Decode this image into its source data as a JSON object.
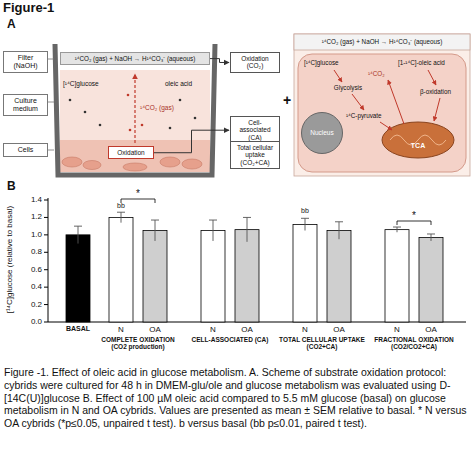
{
  "diagram": {
    "title": "Figure-1",
    "caption": "Figure -1. Effect of oleic acid in glucose metabolism. A. Scheme of substrate oxidation protocol: cybrids were cultured for 48 h in DMEM-glu/ole and glucose metabolism was evaluated using D-[14C(U)]glucose B. Effect of 100 µM oleic acid compared to 5.5 mM glucose (basal) on glucose metabolism in N and OA cybrids. Values are presented as mean ± SEM relative to basal. * N versus OA cybrids (*p≤0.05, unpaired t test). b versus basal (bb p≤0.01, paired t test).",
    "nodes": [
      {
        "text": [
          "¹⁴CO₂ (gas) + NaOH → H¹⁴CO₃⁻ (aqueous)"
        ]
      },
      {
        "text": [
          "Filter (NaOH)"
        ]
      },
      {
        "text": [
          "Culture medium"
        ]
      },
      {
        "text": [
          "Cells"
        ]
      },
      {
        "text": [
          "Oxidation"
        ]
      },
      {
        "text": [
          "Oxidation (CO₂)"
        ]
      },
      {
        "text": [
          "Cell-associated (CA)"
        ]
      },
      {
        "text": [
          "Total cellular uptake (CO₂+CA)"
        ]
      },
      {
        "text": [
          "Nucleus"
        ]
      }
    ],
    "edges": [
      {
        "from": 0,
        "to": 5,
        "arrow": "to"
      },
      {
        "from": 4,
        "to": 6,
        "arrow": "to"
      }
    ],
    "labels": [
      "A",
      "[¹⁴C]glucose",
      "oleic acid",
      "¹⁴CO₂ (gas)",
      "+",
      "¹⁴CO₂ (gas) + NaOH → H¹⁴CO₃⁻ (aqueous)",
      "[¹⁴C]glucose",
      "[1-¹⁴C]-oleic acid",
      "Glycolysis",
      "¹⁴C-pyruvate",
      "TCA",
      "β-oxidation",
      "¹⁴CO₂",
      "B",
      "[¹⁴C]glucose (relative to basal)",
      "0.0",
      "0.2",
      "0.4",
      "0.6",
      "0.8",
      "1.0",
      "1.2",
      "1.4",
      "BASAL",
      "N",
      "OA",
      "N",
      "OA",
      "N",
      "OA",
      "N",
      "OA",
      "COMPLETE OXIDATION (CO2 production)",
      "CELL-ASSOCIATED (CA)",
      "TOTAL CELLULAR UPTAKE (CO2+CA)",
      "FRACTIONAL OXIDATION (CO2/CO2+CA)",
      "bb",
      "*",
      "bb",
      "*"
    ]
  }
}
